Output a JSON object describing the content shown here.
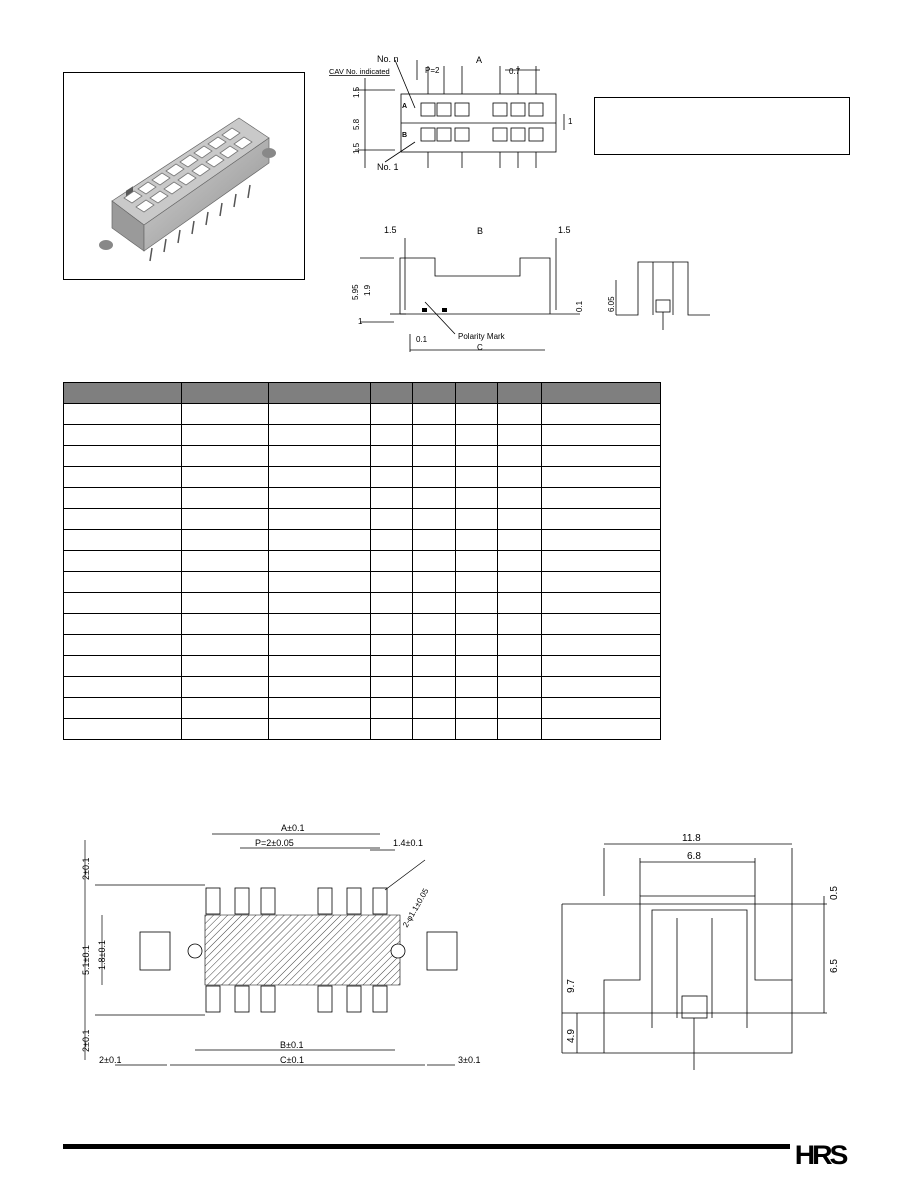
{
  "top_drawing": {
    "label_no_n": "No. n",
    "label_cav": "CAV No. indicated",
    "label_no_1": "No. 1",
    "label_a": "A",
    "label_pitch": "P=2",
    "label_0_7": "0.7",
    "label_1": "1",
    "label_5_8": "5.8",
    "label_1_5": "1.5",
    "label_row_a": "A",
    "label_row_b": "B"
  },
  "side_drawing": {
    "label_left_1_5": "1.5",
    "label_right_1_5": "1.5",
    "label_b": "B",
    "label_5_95": "5.95",
    "label_1_9": "1.9",
    "label_1": "1",
    "label_0_1": "0.1",
    "label_polarity": "Polarity Mark",
    "label_c": "C",
    "label_0_1b": "0.1"
  },
  "end_drawing": {
    "label_6_05": "6.05"
  },
  "table": {
    "rows": 17,
    "cols": 8
  },
  "pcb_drawing": {
    "label_a_tol": "A±0.1",
    "label_p_tol": "P=2±0.05",
    "label_1_4": "1.4±0.1",
    "label_2_0_1": "2±0.1",
    "label_5_1": "5.1±0.1",
    "label_1_8": "1.8±0.1",
    "label_holes": "2-φ1.1±0.05",
    "label_2_0_1b": "2±0.1",
    "label_b_tol": "B±0.1",
    "label_c_tol": "C±0.1",
    "label_2_bottom_left": "2±0.1",
    "label_3_bottom_right": "3±0.1"
  },
  "panel_drawing": {
    "label_11_8": "11.8",
    "label_6_8": "6.8",
    "label_0_5": "0.5",
    "label_9_7": "9.7",
    "label_6_5": "6.5",
    "label_4_9": "4.9"
  },
  "footer": {
    "logo": "HRS"
  }
}
